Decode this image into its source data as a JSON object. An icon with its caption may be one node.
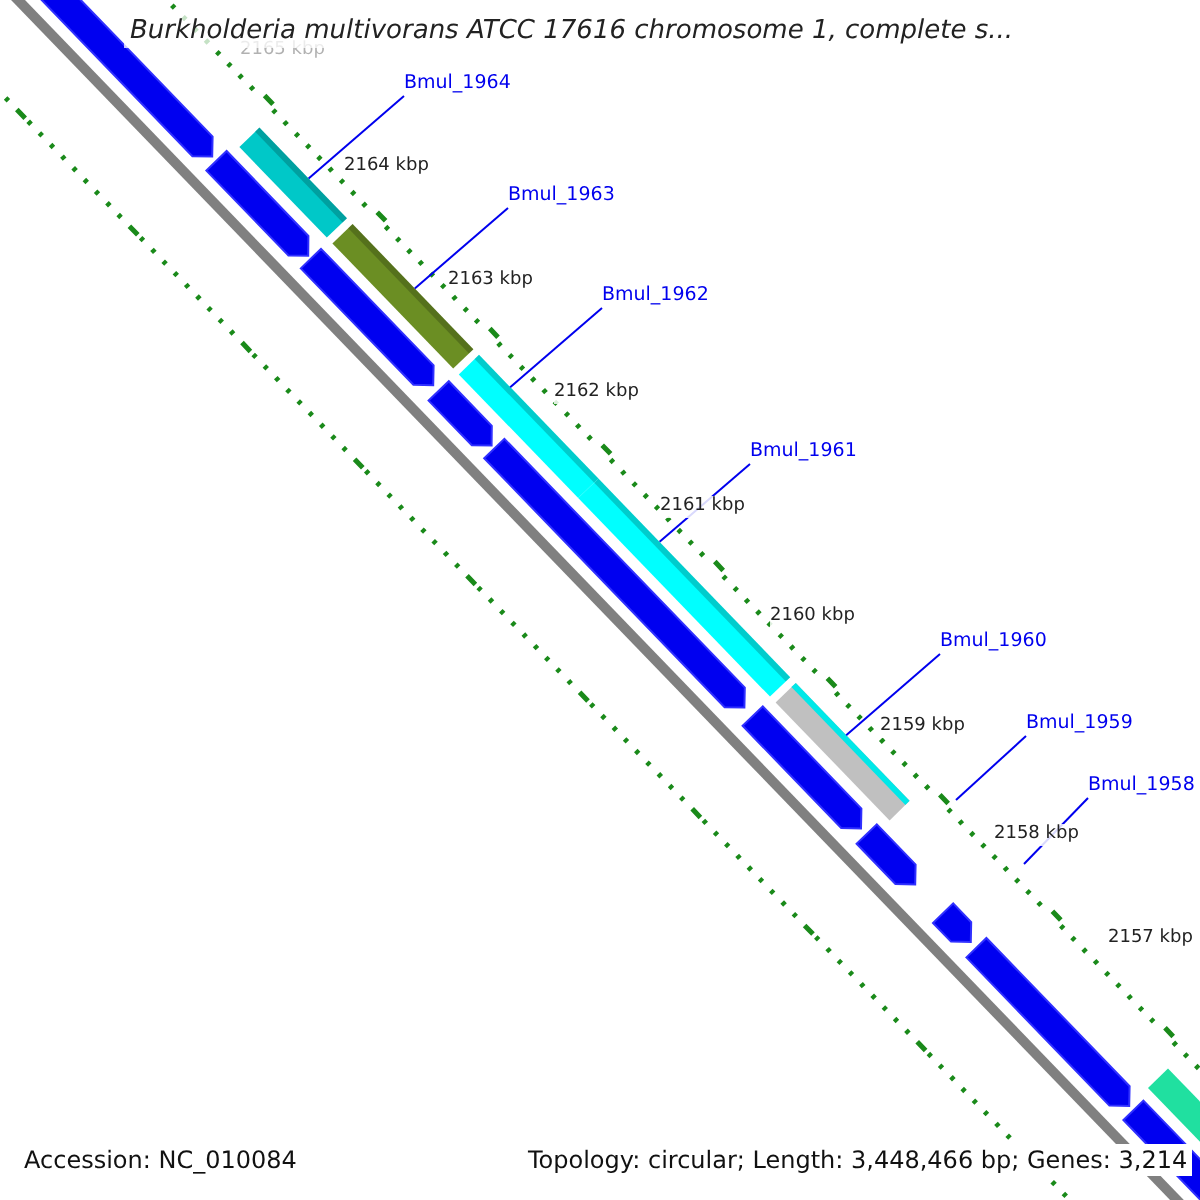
{
  "diagram": {
    "title": "Burkholderia multivorans ATCC 17616 chromosome 1, complete s...",
    "nodes": [
      {
        "text": [
          "Bmul_1964"
        ]
      },
      {
        "text": [],
        "shape": "bar"
      },
      {
        "text": [
          "Bmul_1963"
        ]
      },
      {
        "text": [],
        "shape": "bar"
      },
      {
        "text": [
          "Bmul_1962"
        ]
      },
      {
        "text": [],
        "shape": "bar"
      },
      {
        "text": [
          "Bmul_1961"
        ]
      },
      {
        "text": [],
        "shape": "bar"
      },
      {
        "text": [
          "Bmul_1960"
        ]
      },
      {
        "text": [],
        "shape": "bar"
      },
      {
        "text": [
          "Bmul_1959"
        ]
      },
      {
        "text": [
          "Bmul_1958"
        ]
      }
    ],
    "edges": [
      {
        "from": 0,
        "to": 1,
        "arrow": "none"
      },
      {
        "from": 2,
        "to": 3,
        "arrow": "none"
      },
      {
        "from": 4,
        "to": 5,
        "arrow": "none"
      },
      {
        "from": 6,
        "to": 7,
        "arrow": "none"
      },
      {
        "from": 8,
        "to": 9,
        "arrow": "none"
      },
      {
        "from": 10,
        "to": null,
        "arrow": "none"
      },
      {
        "from": 11,
        "to": null,
        "arrow": "none"
      }
    ],
    "labels": [
      "2165 kbp",
      "2164 kbp",
      "2163 kbp",
      "2162 kbp",
      "2161 kbp",
      "2160 kbp",
      "2159 kbp",
      "2158 kbp",
      "2157 kbp",
      "Accession: NC_010084",
      "Topology: circular; Length: 3,448,466 bp; Genes: 3,214"
    ]
  }
}
